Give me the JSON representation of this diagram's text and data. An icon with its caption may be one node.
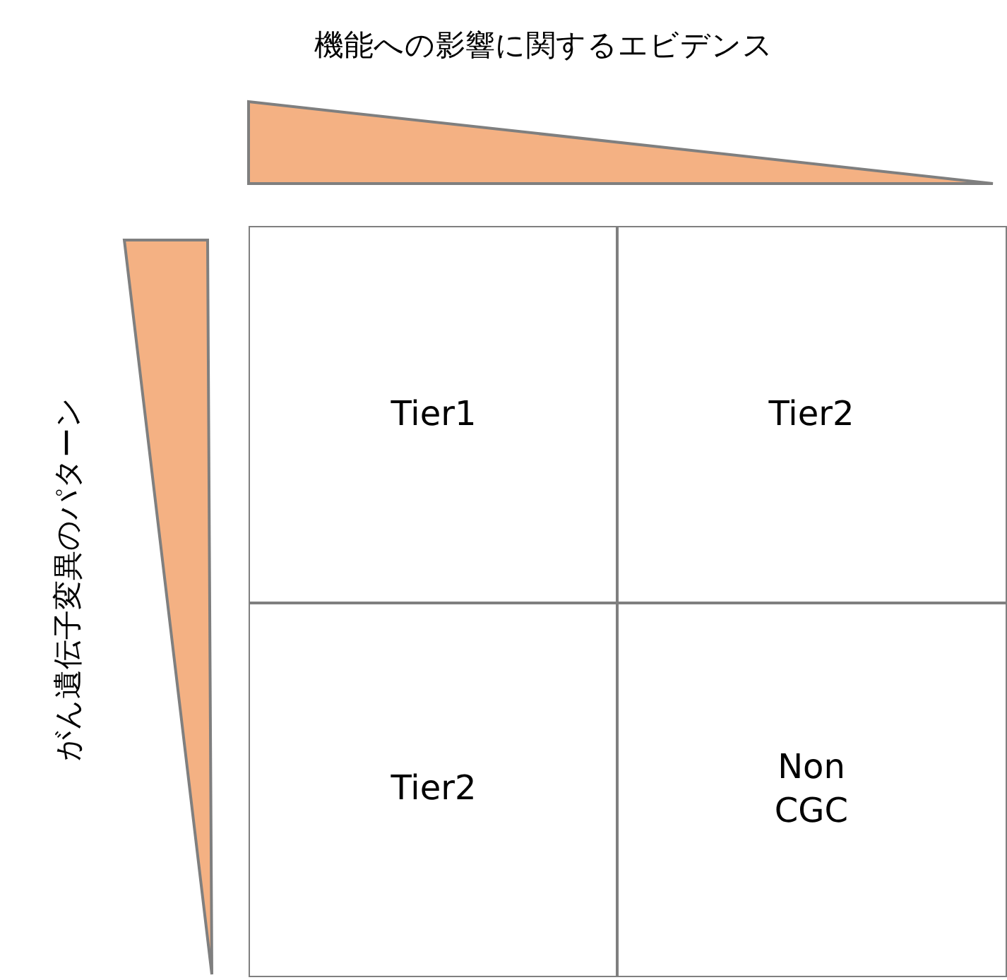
{
  "diagram": {
    "nodes": [
      {
        "text": [
          "Tier1"
        ]
      },
      {
        "text": [
          "Tier2"
        ]
      },
      {
        "text": [
          "Tier2"
        ]
      },
      {
        "text": [
          "Non CGC"
        ]
      }
    ],
    "labels": [
      "機能への影響に関するエビデンス",
      "がん遺伝子変異のパターン"
    ]
  }
}
